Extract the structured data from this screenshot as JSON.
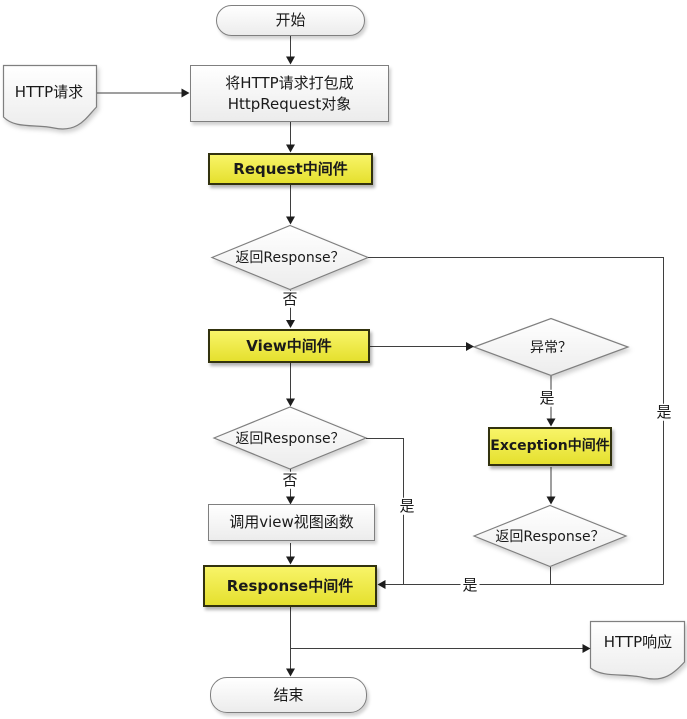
{
  "diagram": {
    "type": "flowchart",
    "language": "zh-CN",
    "nodes": {
      "start": {
        "label": "开始",
        "shape": "terminator"
      },
      "http_request": {
        "label": "HTTP请求",
        "shape": "document"
      },
      "package_request": {
        "label": "将HTTP请求打包成\nHttpRequest对象",
        "shape": "process"
      },
      "request_middleware": {
        "label": "Request中间件",
        "shape": "process-highlight"
      },
      "decision_request_response": {
        "label": "返回Response？",
        "shape": "decision"
      },
      "view_middleware": {
        "label": "View中间件",
        "shape": "process-highlight"
      },
      "decision_exception": {
        "label": "异常？",
        "shape": "decision"
      },
      "exception_middleware": {
        "label": "Exception中间件",
        "shape": "process-highlight"
      },
      "decision_view_response": {
        "label": "返回Response？",
        "shape": "decision"
      },
      "call_view": {
        "label": "调用view视图函数",
        "shape": "process"
      },
      "decision_exception_response": {
        "label": "返回Response？",
        "shape": "decision"
      },
      "response_middleware": {
        "label": "Response中间件",
        "shape": "process-highlight"
      },
      "http_response": {
        "label": "HTTP响应",
        "shape": "document"
      },
      "end": {
        "label": "结束",
        "shape": "terminator"
      }
    },
    "edge_labels": {
      "request_response_no": "否",
      "request_response_yes": "是",
      "exception_yes": "是",
      "view_response_no": "否",
      "view_response_yes": "是",
      "exception_response_yes": "是"
    },
    "colors": {
      "highlight_fill_top": "#f8f468",
      "highlight_fill_bottom": "#e5e02e",
      "highlight_border": "#32320e",
      "shape_fill_top": "#ffffff",
      "shape_fill_bottom": "#ececec",
      "shape_border": "#7f7f7f",
      "connector": "#3f3f3f",
      "text": "#1a1a1a"
    }
  }
}
